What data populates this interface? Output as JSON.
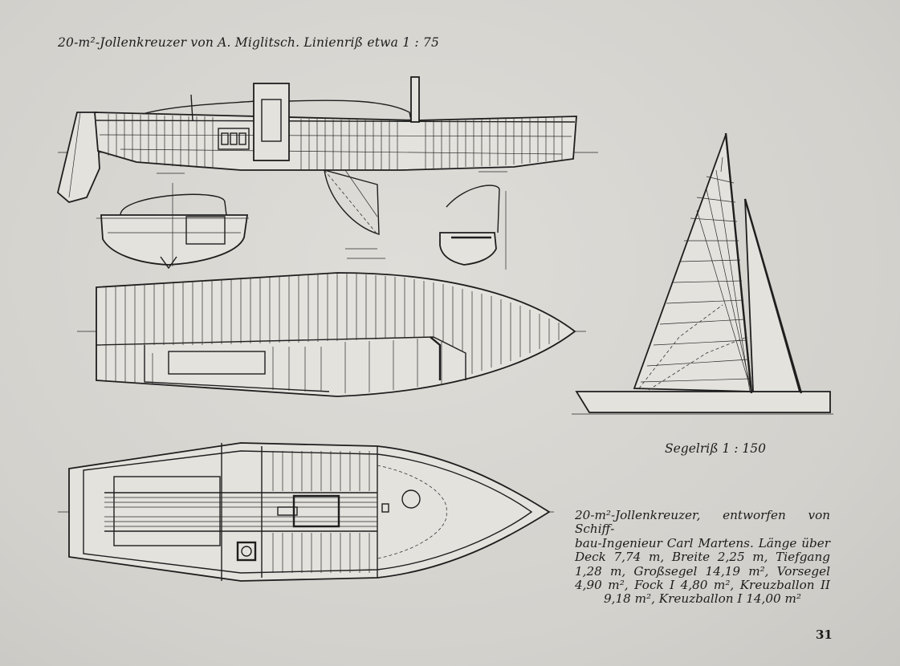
{
  "caption_top": "20-m²-Jollenkreuzer von A. Miglitsch. Linienriß etwa 1 : 75",
  "sail_caption": "Segelriß 1 : 150",
  "description_lines": [
    "20-m²-Jollenkreuzer, entworfen von Schiff-",
    "bau-Ingenieur Carl Martens. Länge über",
    "Deck 7,74 m, Breite 2,25 m, Tiefgang",
    "1,28 m, Großsegel 14,19 m², Vorsegel",
    "4,90 m², Fock I 4,80 m², Kreuzballon II",
    "9,18 m², Kreuzballon I 14,00 m²"
  ],
  "page_number": "31",
  "colors": {
    "paper": "#d6d4cf",
    "ink": "#1c1c1c"
  }
}
